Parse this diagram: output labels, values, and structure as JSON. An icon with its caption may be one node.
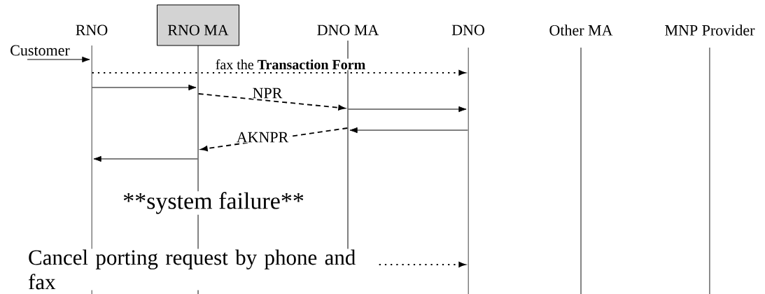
{
  "diagram": {
    "nodes": [
      {
        "text": [
          "RNO"
        ]
      },
      {
        "text": [
          "RNO MA"
        ]
      },
      {
        "text": [
          "DNO MA"
        ]
      },
      {
        "text": [
          "DNO"
        ]
      },
      {
        "text": [
          "Other MA"
        ]
      },
      {
        "text": [
          "MNP Provider"
        ]
      },
      {
        "text": [
          "Customer"
        ]
      },
      {
        "text": [],
        "shape": "line"
      },
      {
        "text": [],
        "shape": "line"
      },
      {
        "text": [],
        "shape": "line"
      },
      {
        "text": [],
        "shape": "line"
      },
      {
        "text": [],
        "shape": "line"
      },
      {
        "text": [],
        "shape": "line"
      }
    ],
    "edges": [
      {
        "from": 6,
        "to": 7,
        "arrow": "to"
      },
      {
        "from": 7,
        "to": 10,
        "arrow": "to",
        "style": "dashed",
        "label": "fax the **Transaction Form**"
      },
      {
        "from": 7,
        "to": 8,
        "arrow": "to"
      },
      {
        "from": 8,
        "to": 9,
        "arrow": "to",
        "style": "dashed",
        "label": "NPR"
      },
      {
        "from": 9,
        "to": 10,
        "arrow": "to"
      },
      {
        "from": 10,
        "to": 9,
        "arrow": "to"
      },
      {
        "from": 9,
        "to": 8,
        "arrow": "to",
        "style": "dashed",
        "label": "AKNPR"
      },
      {
        "from": 8,
        "to": 7,
        "arrow": "to"
      },
      {
        "from": 7,
        "to": 10,
        "arrow": "to",
        "style": "dashed",
        "label": "Cancel porting request by phone and fax"
      }
    ],
    "labels": [
      "\\text{**system failure**}"
    ]
  }
}
